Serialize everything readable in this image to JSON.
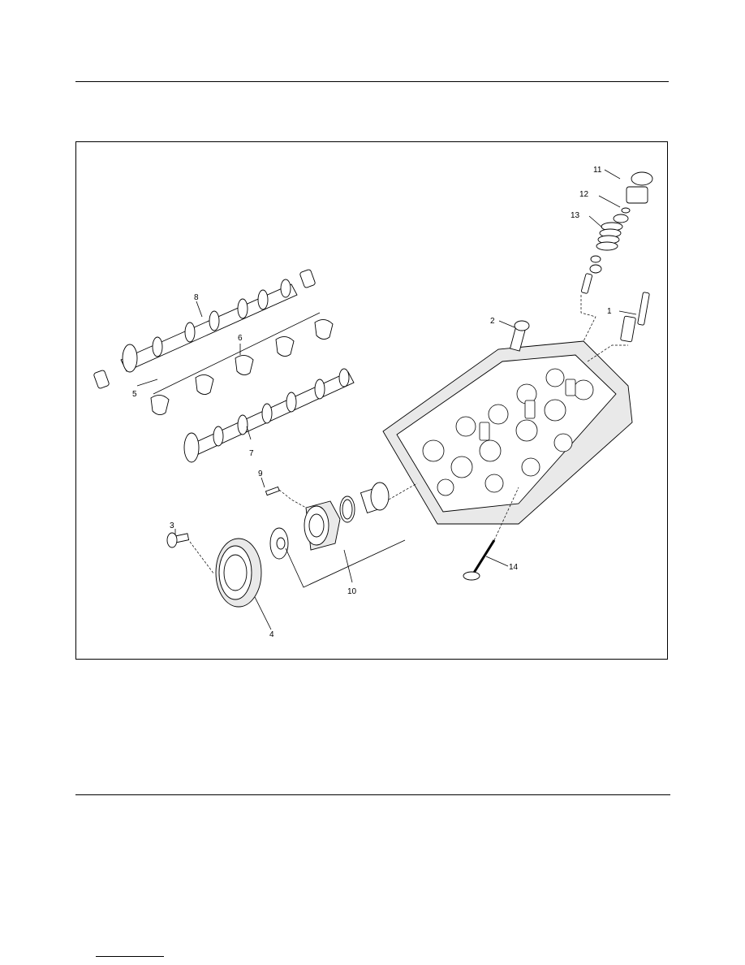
{
  "figure": {
    "callouts": [
      "1",
      "2",
      "3",
      "4",
      "5",
      "6",
      "7",
      "8",
      "9",
      "10",
      "11",
      "12",
      "13",
      "14"
    ]
  },
  "footer": {
    "link_text": ""
  }
}
